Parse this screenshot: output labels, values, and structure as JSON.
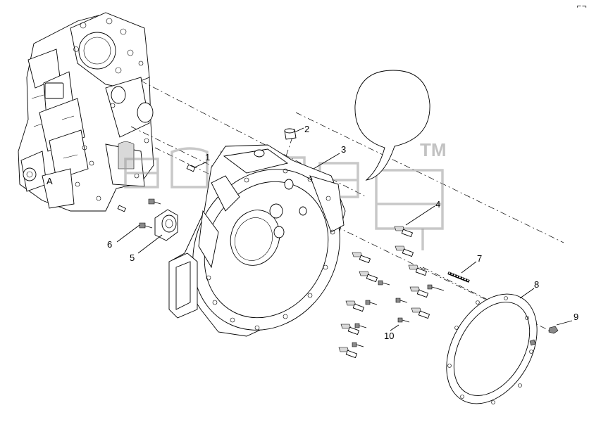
{
  "corner_mark": "⌐¬",
  "callouts": [
    {
      "id": "1",
      "label": "1"
    },
    {
      "id": "2",
      "label": "2"
    },
    {
      "id": "3",
      "label": "3"
    },
    {
      "id": "4",
      "label": "4"
    },
    {
      "id": "5",
      "label": "5"
    },
    {
      "id": "6",
      "label": "6"
    },
    {
      "id": "7",
      "label": "7"
    },
    {
      "id": "8",
      "label": "8"
    },
    {
      "id": "9",
      "label": "9"
    },
    {
      "id": "10",
      "label": "10"
    }
  ],
  "watermark": {
    "mark": "TM"
  }
}
